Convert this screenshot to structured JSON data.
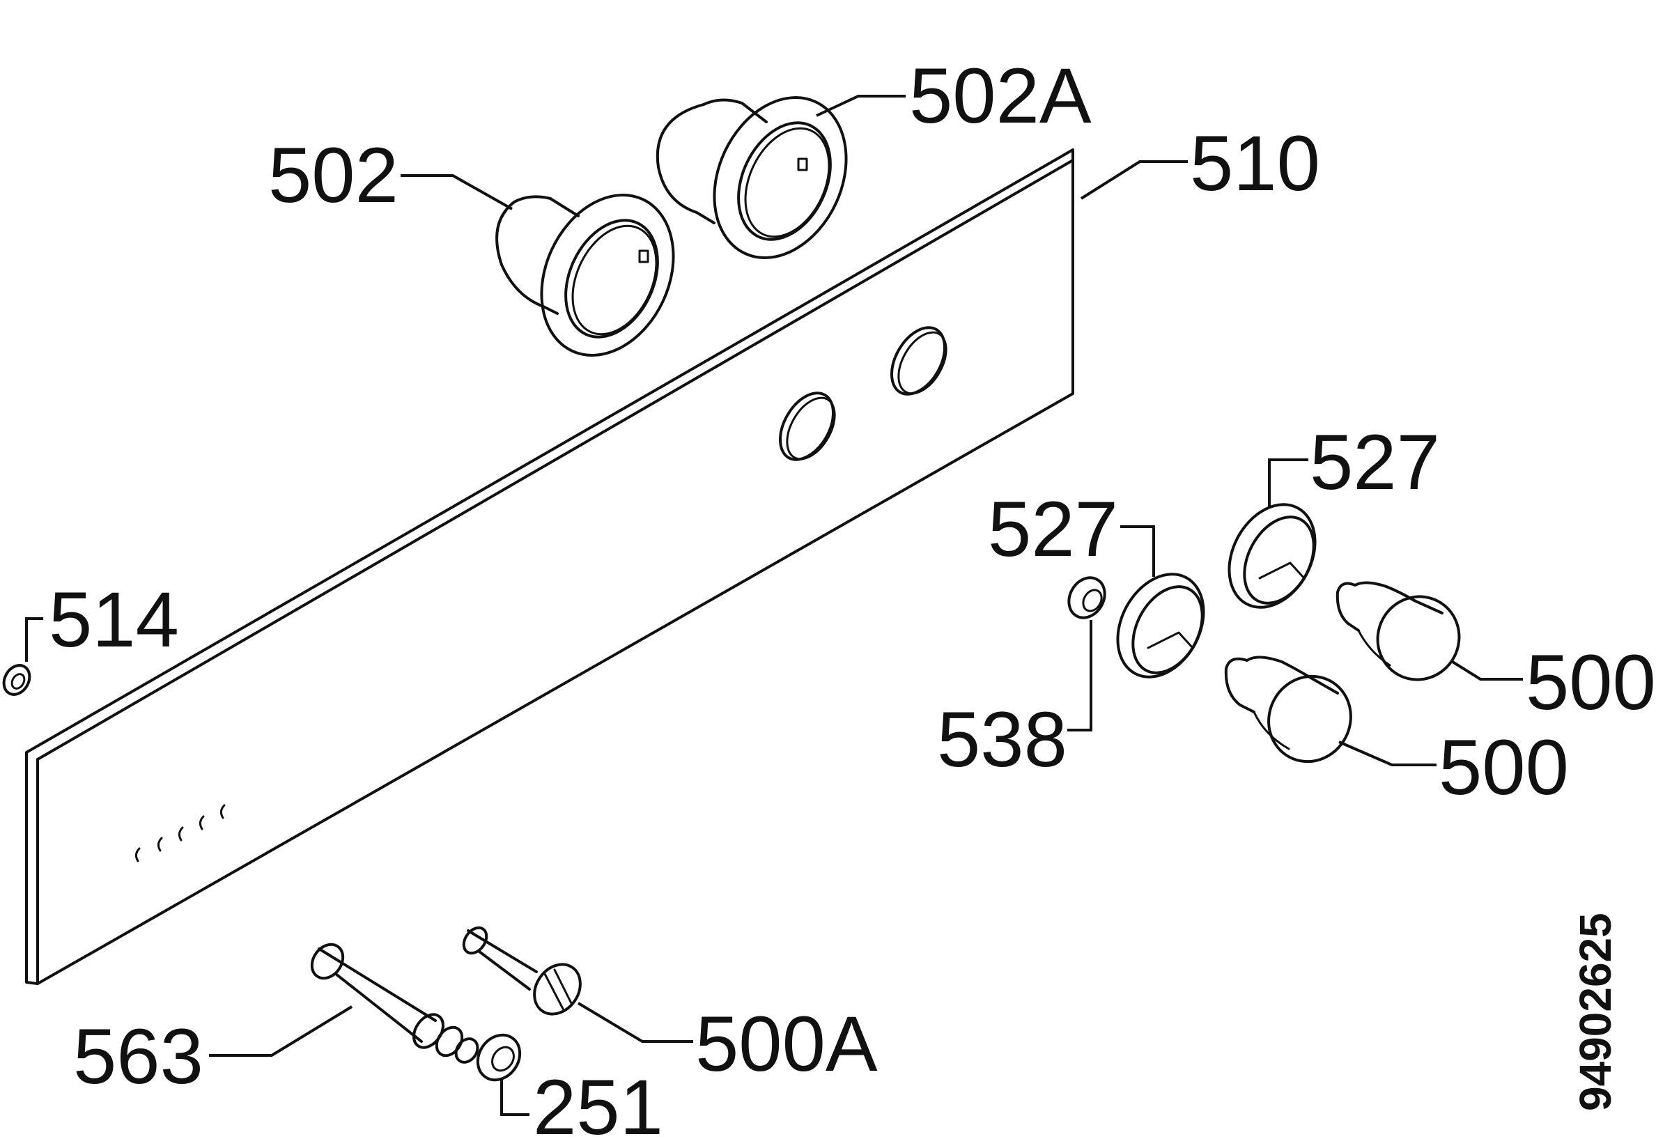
{
  "labels": {
    "p502": "502",
    "p502a": "502A",
    "p510": "510",
    "p514": "514",
    "p527_left": "527",
    "p527_right": "527",
    "p538": "538",
    "p500_upper": "500",
    "p500_lower": "500",
    "p563": "563",
    "p500a": "500A",
    "p251": "251"
  },
  "drawing_code": "94902625"
}
